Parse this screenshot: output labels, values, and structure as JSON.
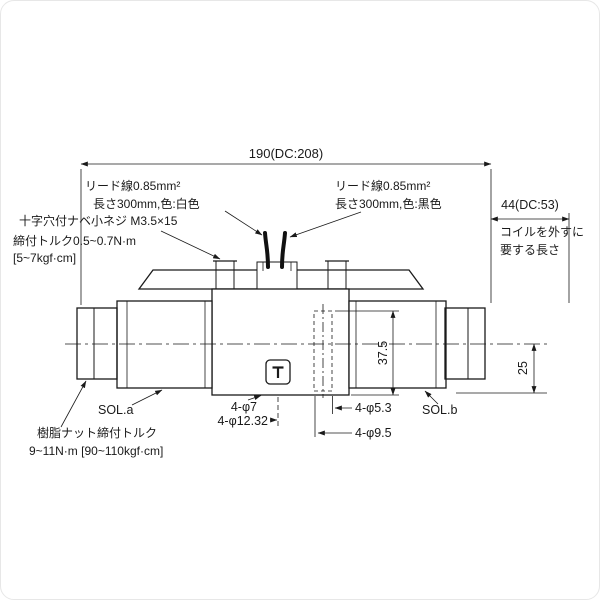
{
  "dimensions": {
    "overall_width": "190(DC:208)",
    "coil_removal_width": "44(DC:53)",
    "height_mid": "37.5",
    "height_right": "25",
    "hole_phi7": "4-φ7",
    "hole_phi1232": "4-φ12.32",
    "hole_phi53": "4-φ5.3",
    "hole_phi95": "4-φ9.5"
  },
  "notes": {
    "coil_line1": "コイルを外すに",
    "coil_line2": "要する長さ",
    "lead_white_line1": "リード線0.85mm²",
    "lead_white_line2": "長さ300mm,色:白色",
    "lead_black_line1": "リード線0.85mm²",
    "lead_black_line2": "長さ300mm,色:黒色",
    "screw": "十字穴付ナベ小ネジ M3.5×15",
    "screw_torque_line1": "締付トルク0.5~0.7N·m",
    "screw_torque_line2": "[5~7kgf·cm]",
    "sol_a": "SOL.a",
    "sol_b": "SOL.b",
    "resin_line1": "樹脂ナット締付トルク",
    "resin_line2": "9~11N·m [90~110kgf·cm]"
  },
  "colors": {
    "line": "#1a1a1a",
    "background": "#ffffff"
  }
}
